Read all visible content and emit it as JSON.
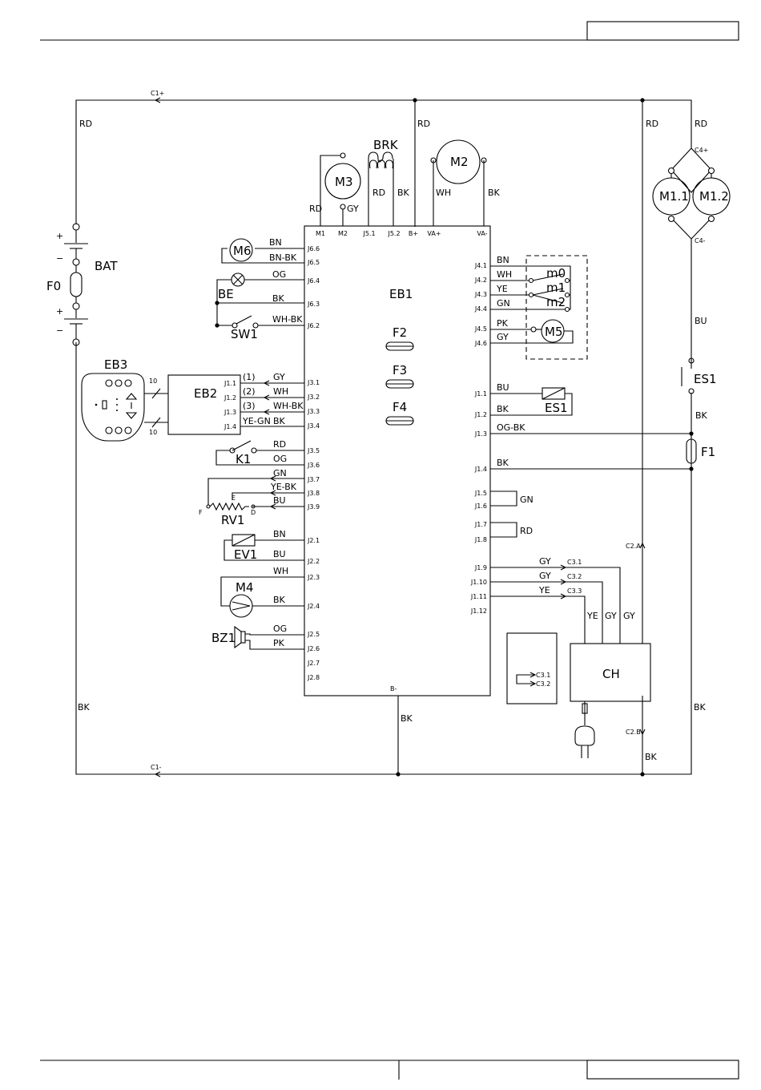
{
  "wire_colors": {
    "RD": "RD",
    "BK": "BK",
    "BN": "BN",
    "BN_BK": "BN-BK",
    "OG": "OG",
    "WH_BK": "WH-BK",
    "GY": "GY",
    "WH": "WH",
    "YE_GN": "YE-GN",
    "YE_BK": "YE-BK",
    "GN": "GN",
    "BU": "BU",
    "YE": "YE",
    "PK": "PK",
    "OG_BK": "OG-BK"
  },
  "components": {
    "EB1": "EB1",
    "EB2": "EB2",
    "EB3": "EB3",
    "BAT": "BAT",
    "F0": "F0",
    "F1": "F1",
    "F2": "F2",
    "F3": "F3",
    "F4": "F4",
    "M1_1": "M1.1",
    "M1_2": "M1.2",
    "M2": "M2",
    "M3": "M3",
    "M4": "M4",
    "M5": "M5",
    "M6": "M6",
    "BRK": "BRK",
    "BE": "BE",
    "SW1": "SW1",
    "K1": "K1",
    "RV1": "RV1",
    "EV1": "EV1",
    "BZ1": "BZ1",
    "ES1": "ES1",
    "CH": "CH",
    "m0": "m0",
    "m1": "m1",
    "m2": "m2"
  },
  "connectors": {
    "C1p": "C1+",
    "C1m": "C1-",
    "C4p": "C4+",
    "C4m": "C4-",
    "C2A": "C2.A",
    "C2B": "C2.B",
    "C31": "C3.1",
    "C32": "C3.2",
    "C33": "C3.3"
  },
  "eb1_top_pins": [
    "M1",
    "M2",
    "J5.1",
    "J5.2",
    "B+",
    "VA+",
    "VA-"
  ],
  "eb1_left_pins": [
    "J6.6",
    "J6.5",
    "J6.4",
    "J6.3",
    "J6.2",
    "J3.1",
    "J3.2",
    "J3.3",
    "J3.4",
    "J3.5",
    "J3.6",
    "J3.7",
    "J3.8",
    "J3.9",
    "J2.1",
    "J2.2",
    "J2.3",
    "J2.4",
    "J2.5",
    "J2.6",
    "J2.7",
    "J2.8"
  ],
  "eb1_right_pins": [
    "J4.1",
    "J4.2",
    "J4.3",
    "J4.4",
    "J4.5",
    "J4.6",
    "J1.1",
    "J1.2",
    "J1.3",
    "J1.4",
    "J1.5",
    "J1.6",
    "J1.7",
    "J1.8",
    "J1.9",
    "J1.10",
    "J1.11",
    "J1.12"
  ],
  "eb1_bottom_pin": "B-",
  "eb2_pins": [
    "J1.1",
    "J1.2",
    "J1.3",
    "J1.4"
  ],
  "eb2_markers": [
    "(1)",
    "(2)",
    "(3)"
  ],
  "ribbon_count": "10",
  "rv1_terminals": {
    "F": "F",
    "E": "E",
    "D": "D"
  },
  "bat_polarity": {
    "plus": "+",
    "minus": "−"
  }
}
